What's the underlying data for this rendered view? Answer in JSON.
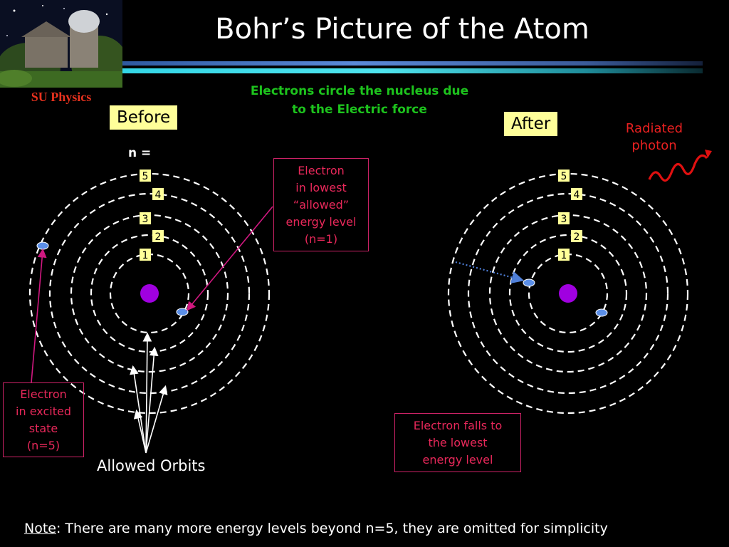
{
  "header": {
    "title": "Bohr’s Picture of the Atom",
    "logo_label": "SU Physics"
  },
  "subtitle": "Electrons circle the nucleus due to the Electric force",
  "before": {
    "label": "Before",
    "n_label": "n =",
    "orbit_numbers": [
      "5",
      "4",
      "3",
      "2",
      "1"
    ]
  },
  "after": {
    "label": "After",
    "orbit_numbers": [
      "5",
      "4",
      "3",
      "2",
      "1"
    ]
  },
  "callouts": {
    "lowest_level": [
      "Electron",
      "in lowest",
      "“allowed”",
      "energy level",
      "(n=1)"
    ],
    "excited_state": [
      "Electron",
      "in excited",
      "state",
      "(n=5)"
    ],
    "falls": [
      "Electron falls to",
      "the lowest",
      "energy level"
    ],
    "radiated_photon": [
      "Radiated",
      "photon"
    ],
    "allowed_orbits": "Allowed Orbits"
  },
  "note": {
    "word": "Note",
    "text": ": There are many more energy levels beyond n=5, they are omitted for simplicity"
  },
  "colors": {
    "nucleus": "#a000e0",
    "electron": "#5b8fe8",
    "callout_text": "#e8285a",
    "photon": "#e01010",
    "subtitle": "#1dc31d",
    "label_bg": "#ffff99"
  }
}
